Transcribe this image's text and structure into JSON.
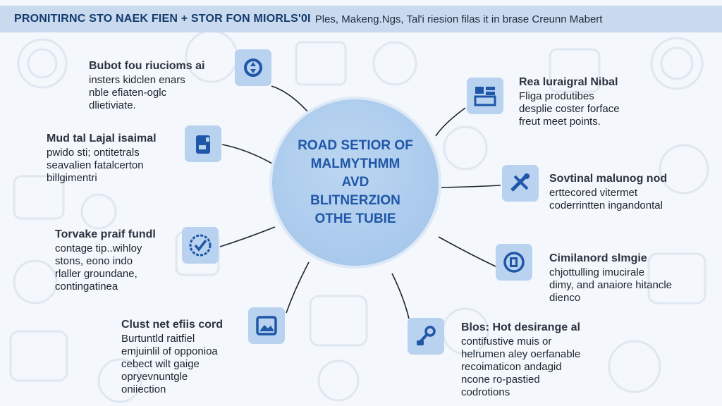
{
  "header": {
    "lead": "PRONITIRNC STO NAEK FIEN + STOR FON MIORLS'0I",
    "rest": "Ples, Makeng.Ngs, Tal'i riesion filas it in brase Creunn Mabert"
  },
  "hub": {
    "lines": [
      "ROAD SETIOR OF",
      "MALMYTHMM",
      "AVD",
      "BLITNERZION",
      "OTHE TUBIE"
    ]
  },
  "nodes": [
    {
      "title": "Bubot fou riucioms ai",
      "lines": [
        "insters kidclen enars",
        "nble efiaten-oglc",
        "dlietiviate."
      ],
      "icon": "refresh-gear-icon"
    },
    {
      "title": "Mud tal Lajal isaimal",
      "lines": [
        "pwido sti; ontitetrals",
        "seavalien fatalcerton",
        "billgimentri"
      ],
      "icon": "video-camera-icon"
    },
    {
      "title": "Torvake praif fundl",
      "lines": [
        "contage tip..wihloy",
        "stons, eono indo",
        "rlaller groundane,",
        "contingatinea"
      ],
      "icon": "checkmark-badge-icon"
    },
    {
      "title": "Clust net efiis cord",
      "lines": [
        "Burtuntld raitfiel",
        "emjuinlil of opponioa",
        "cebect wilt gaige",
        "opryevnuntgle",
        "oniiection"
      ],
      "icon": "image-frame-icon"
    },
    {
      "title": "Rea luraigral Nibal",
      "lines": [
        "Fliga produtibes",
        "desplie coster forface",
        "freut meet points."
      ],
      "icon": "dashboard-panel-icon"
    },
    {
      "title": "Sovtinal malunog nod",
      "lines": [
        "erttecored vitermet",
        "coderrintten ingandontal"
      ],
      "icon": "tools-icon"
    },
    {
      "title": "Cimilanord slmgie",
      "lines": [
        "chjottulling imucirale",
        "dimy, and anaiore hitancle",
        "dienco"
      ],
      "icon": "target-icon"
    },
    {
      "title": "Blos: Hot desirange al",
      "lines": [
        "contifustive muis or",
        "helrumen aley oerfanable",
        "recoimaticon andagid",
        "ncone ro-pastied",
        "codrotions"
      ],
      "icon": "robot-arm-icon"
    }
  ],
  "colors": {
    "accent": "#1f56a8",
    "icon_bg": "#b8d2ef",
    "header_bg": "#c9d9ee"
  }
}
